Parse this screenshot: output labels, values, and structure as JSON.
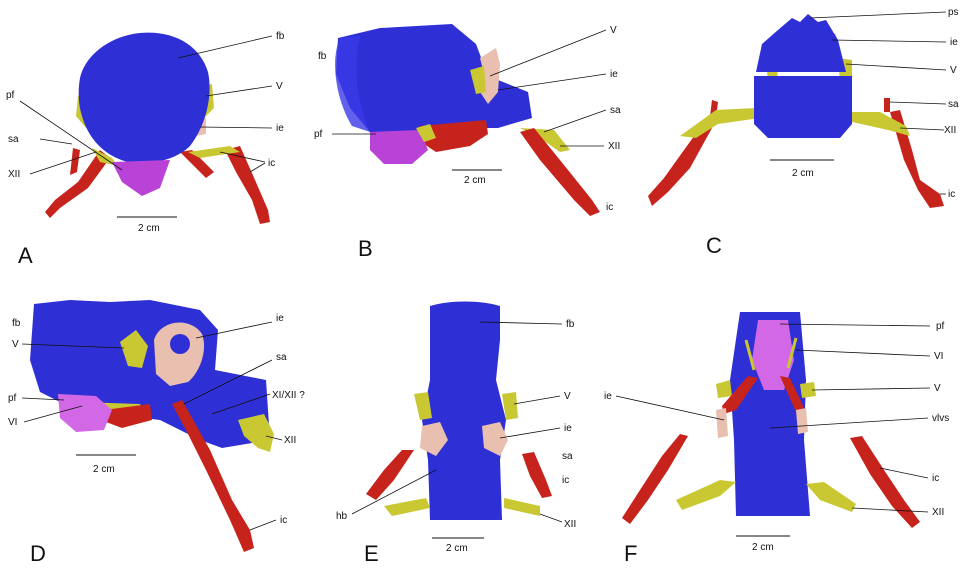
{
  "figure": {
    "panels": [
      {
        "id": "A",
        "letter": "A",
        "scale": "2 cm",
        "labels": {
          "fb": "fb",
          "V": "V",
          "ie": "ie",
          "ic": "ic",
          "pf": "pf",
          "sa": "sa",
          "XII": "XII"
        }
      },
      {
        "id": "B",
        "letter": "B",
        "scale": "2 cm",
        "labels": {
          "fb": "fb",
          "V": "V",
          "ie": "ie",
          "sa": "sa",
          "XII": "XII",
          "pf": "pf",
          "ic": "ic"
        }
      },
      {
        "id": "C",
        "letter": "C",
        "scale": "2 cm",
        "labels": {
          "ps": "ps",
          "ie": "ie",
          "V": "V",
          "sa": "sa",
          "XII": "XII",
          "ic": "ic"
        }
      },
      {
        "id": "D",
        "letter": "D",
        "scale": "2 cm",
        "labels": {
          "fb": "fb",
          "V": "V",
          "ie": "ie",
          "sa": "sa",
          "XIXII": "XI/XII ?",
          "pf": "pf",
          "VI": "VI",
          "XII": "XII",
          "ic": "ic"
        }
      },
      {
        "id": "E",
        "letter": "E",
        "scale": "2 cm",
        "labels": {
          "fb": "fb",
          "V": "V",
          "ie": "ie",
          "sa": "sa",
          "ic": "ic",
          "hb": "hb",
          "XII": "XII"
        }
      },
      {
        "id": "F",
        "letter": "F",
        "scale": "2 cm",
        "labels": {
          "pf": "pf",
          "VI": "VI",
          "V": "V",
          "ie": "ie",
          "vlvs": "vlvs",
          "ic": "ic",
          "XII": "XII"
        }
      }
    ]
  }
}
